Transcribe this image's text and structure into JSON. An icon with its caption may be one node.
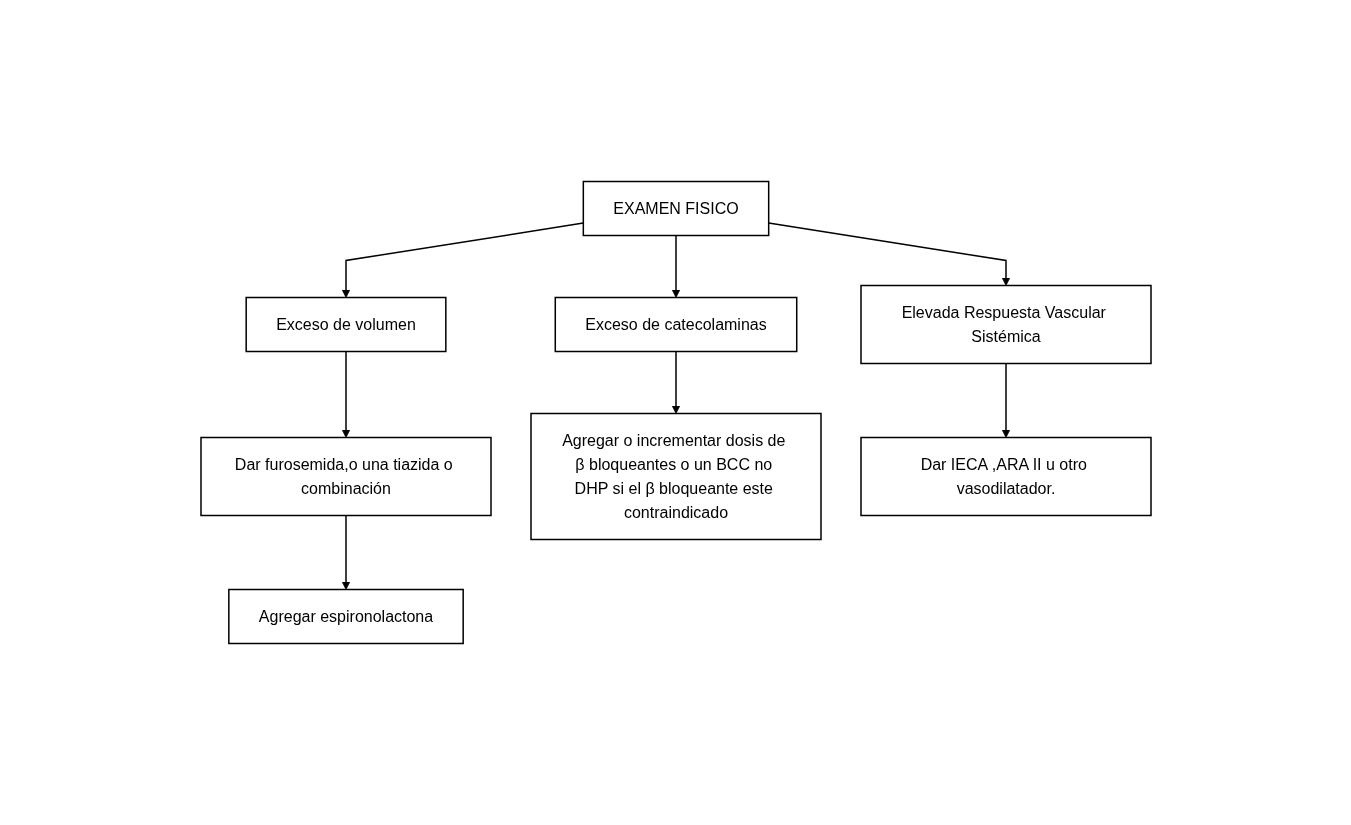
{
  "diagram": {
    "nodes": [
      {
        "text": [
          "EXAMEN FISICO"
        ]
      },
      {
        "text": [
          "Exceso de volumen"
        ]
      },
      {
        "text": [
          "Exceso de catecolaminas"
        ]
      },
      {
        "text": [
          "Elevada Respuesta Vascular Sistémica"
        ]
      },
      {
        "text": [
          "Dar furosemida,o una tiazida o combinación"
        ]
      },
      {
        "text": [
          "Agregar o incrementar dosis de β bloqueantes o un BCC no DHP si el β bloqueante este contraindicado"
        ]
      },
      {
        "text": [
          "Dar IECA ,ARA II u otro vasodilatador."
        ]
      },
      {
        "text": [
          "Agregar espironolactona"
        ]
      }
    ],
    "edges": [
      {
        "from": 0,
        "to": 1,
        "arrow": "to"
      },
      {
        "from": 0,
        "to": 2,
        "arrow": "to"
      },
      {
        "from": 0,
        "to": 3,
        "arrow": "to"
      },
      {
        "from": 1,
        "to": 4,
        "arrow": "to"
      },
      {
        "from": 2,
        "to": 5,
        "arrow": "to"
      },
      {
        "from": 3,
        "to": 6,
        "arrow": "to"
      },
      {
        "from": 4,
        "to": 7,
        "arrow": "to"
      }
    ]
  }
}
